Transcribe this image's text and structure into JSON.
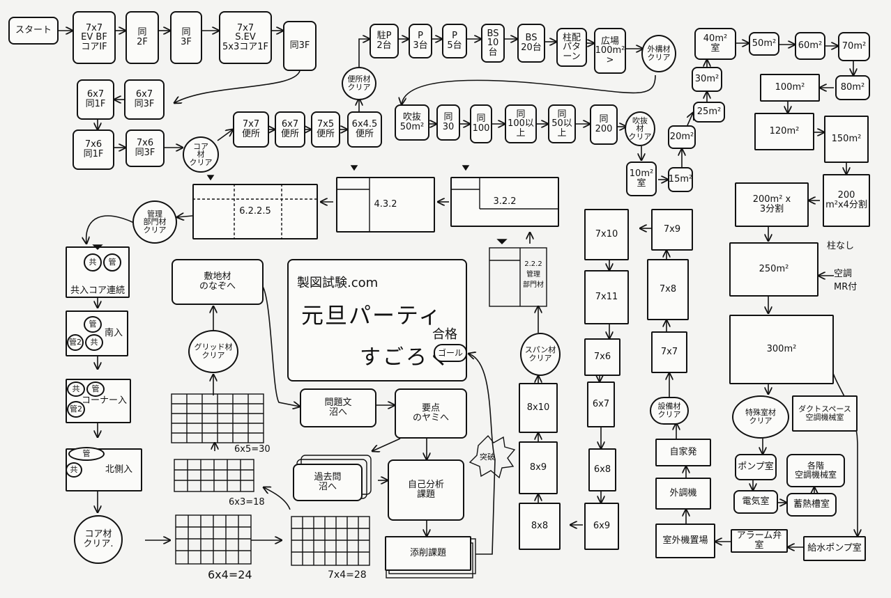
{
  "nodes": {
    "start": "スタート",
    "ev77": "7x7\nEV BF\nコアIF",
    "same2f": "同\n2F",
    "same3f": "同\n3F",
    "sev": "7x7\nS.EV\n5x3コア1F",
    "same3f_b": "同3F",
    "c67_1f": "6x7\n同1F",
    "c67_3f": "6x7\n同3F",
    "c76_1f": "7x6\n同1F",
    "c76_3f": "7x6\n同3F",
    "core_clear": "コア\n材\nクリア",
    "t77": "7x7\n便所",
    "t67": "6x7\n便所",
    "t75": "7x5\n便所",
    "t645": "6x4.5\n便所",
    "toilet_clear": "便所材\nクリア",
    "park2": "駐P\n2台",
    "p3": "P\n3台",
    "p5": "P\n5台",
    "bs10": "BS\n10台",
    "bs20": "BS\n20台",
    "pattern": "柱配\nパターン",
    "plaza": "広場\n100m²\n>",
    "ext_clear": "外構材\nクリア",
    "fuki50": "吹抜\n50m²",
    "same30": "同\n30",
    "same100": "同\n100",
    "same100up": "同\n100以上",
    "same50up": "同\n50以上",
    "same200": "同\n200",
    "fuki_clear": "吹抜\n材\nクリア",
    "r10": "10m²\n室",
    "r15": "15m²",
    "r20": "20m²",
    "r25": "25m²",
    "r30": "30m²",
    "r40": "40m²\n室",
    "r50": "50m²",
    "r60": "60m²",
    "r70": "70m²",
    "r80": "80m²",
    "r100": "100m²",
    "r120": "120m²",
    "r150": "150m²",
    "r200_3": "200m² x\n3分割",
    "r200_4": "200\nm²x4分割",
    "r250": "250m²",
    "r300": "300m²",
    "lbl_pillar": "柱なし",
    "ac_mr": "空調\nMR付",
    "plan622": "6.2.2.5",
    "plan432": "4.3.2",
    "plan322": "3.2.2",
    "mgmt_clear": "管理\n部門材\nクリア",
    "common_core": "共入コア連続",
    "south_entry": "南入",
    "corner_entry": "コーナー入",
    "north_entry": "北側入",
    "core_clear2": "コア材\nクリア.",
    "g_kan": "管",
    "g_kyo": "共",
    "g_kan2": "管2",
    "site_plan": "敷地材\nのなぞへ",
    "grid_clear": "グリッド材\nクリア",
    "g_6x5": "6x5=30",
    "g_6x3": "6x3=18",
    "g_6x4": "6x4=24",
    "g_7x4": "7x4=28",
    "board_site": "製図試験.com",
    "board_title": "元旦パーティ",
    "board_sub": "すごろく",
    "pass": "合格",
    "goal": "ゴール",
    "question_doc": "問題文\n沼へ",
    "key_point": "要点\nのヤミへ",
    "past_q": "過去問\n沼へ",
    "self_analysis": "自己分析\n課題",
    "correction": "添削課題",
    "breakthrough": "突破",
    "span_clear": "スパン材\nクリア",
    "cell_22": "2.2.2\n管理\n部門材",
    "v_7x10": "7x10",
    "v_7x11": "7x11",
    "v_7x6": "7x6",
    "v_6x7": "6x7",
    "v_6x8": "6x8",
    "v_6x9": "6x9",
    "v_8x10": "8x10",
    "v_8x9": "8x9",
    "v_8x8": "8x8",
    "v_7x9": "7x9",
    "v_7x8": "7x8",
    "v_7x7": "7x7",
    "equip_clear": "設備材\nクリア",
    "self_power": "自家発",
    "outdoor_ac": "外調機",
    "outdoor_place": "室外機置場",
    "alarm": "アラーム弁室",
    "water_pump": "給水ポンプ室",
    "special_clear": "特殊室材\nクリア",
    "duct": "ダクトスペース\n空調機械室",
    "pump_room": "ポンプ室",
    "elec_room": "電気室",
    "each_floor_ac": "各階\n空調機械室",
    "battery": "蓄熱槽室"
  }
}
